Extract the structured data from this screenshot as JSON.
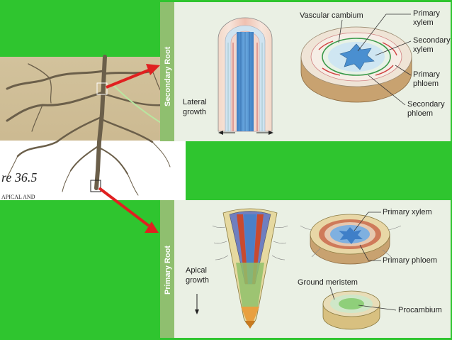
{
  "colors": {
    "background": "#2fc52f",
    "panel": "#eaf0e4",
    "tab": "#8fbf6f",
    "arrow": "#e02020",
    "photo": "#d9cba8"
  },
  "photo": {
    "figure_label": "re 36.5",
    "figure_sub": "APICAL AND"
  },
  "secondary_root": {
    "tab_label": "Secondary Root",
    "growth_label_line1": "Lateral",
    "growth_label_line2": "growth",
    "labels": {
      "vascular_cambium": "Vascular cambium",
      "primary_xylem_1": "Primary",
      "primary_xylem_2": "xylem",
      "secondary_xylem_1": "Secondary",
      "secondary_xylem_2": "xylem",
      "primary_phloem_1": "Primary",
      "primary_phloem_2": "phloem",
      "secondary_phloem_1": "Secondary",
      "secondary_phloem_2": "phloem"
    }
  },
  "primary_root": {
    "tab_label": "Primary Root",
    "growth_label_line1": "Apical",
    "growth_label_line2": "growth",
    "labels": {
      "primary_xylem": "Primary xylem",
      "primary_phloem": "Primary phloem",
      "ground_meristem": "Ground meristem",
      "procambium": "Procambium"
    }
  }
}
